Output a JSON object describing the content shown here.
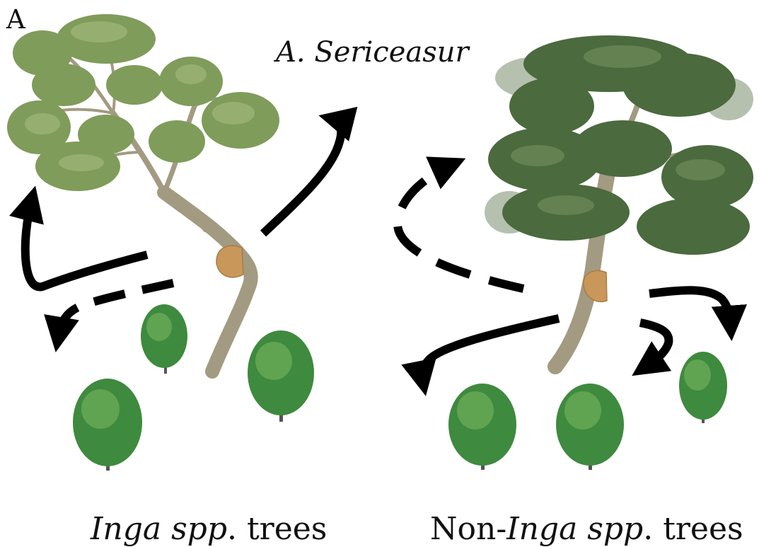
{
  "figure": {
    "panel_letter": "A",
    "species_label": "A. Sericeasur",
    "left_caption": {
      "italic": "Inga spp",
      "plain": ". trees"
    },
    "right_caption": {
      "prefix": "Non-",
      "italic": "Inga spp",
      "plain": ". trees"
    }
  },
  "colors": {
    "inga_foliage": "#7f9c5a",
    "non_inga_foliage": "#4b6a3e",
    "trunk": "#a39a82",
    "nest": "#c9975a",
    "sapling_foliage": "#3e8a3e",
    "arrow": "#000000"
  }
}
